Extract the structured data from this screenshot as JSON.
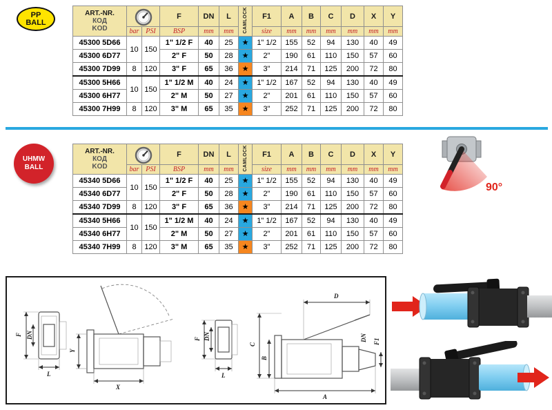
{
  "badges": {
    "pp": {
      "line1": "PP",
      "line2": "BALL"
    },
    "uhmw": {
      "line1": "UHMW",
      "line2": "BALL"
    }
  },
  "table_header": {
    "art_line1": "ART.-NR.",
    "art_line2": "КОД",
    "art_line3": "KOD",
    "units_bar": "bar",
    "units_psi": "PSI",
    "f": "F",
    "f_unit": "BSP",
    "dn": "DN",
    "l": "L",
    "mm": "mm",
    "camlock": "CAMLOCK",
    "f1": "F1",
    "f1_unit": "size",
    "a": "A",
    "b": "B",
    "c": "C",
    "d": "D",
    "x": "X",
    "y": "Y"
  },
  "camlock_colors": {
    "blue": "#29A8E0",
    "orange": "#F6861F"
  },
  "camlock_star": "★",
  "tables": [
    {
      "name": "pp-ball",
      "rows": [
        {
          "art": "45300 5D66",
          "bar": "10",
          "psi": "150",
          "span": 2,
          "f": "1\" 1/2 F",
          "dn": "40",
          "l": "25",
          "cam": "blue",
          "f1": "1\" 1/2",
          "a": "155",
          "b": "52",
          "c": "94",
          "d": "130",
          "x": "40",
          "y": "49"
        },
        {
          "art": "45300 6D77",
          "f": "2\" F",
          "dn": "50",
          "l": "28",
          "cam": "blue",
          "f1": "2\"",
          "a": "190",
          "b": "61",
          "c": "110",
          "d": "150",
          "x": "57",
          "y": "60"
        },
        {
          "art": "45300 7D99",
          "bar": "8",
          "psi": "120",
          "span": 1,
          "f": "3\" F",
          "dn": "65",
          "l": "36",
          "cam": "orange",
          "f1": "3\"",
          "a": "214",
          "b": "71",
          "c": "125",
          "d": "200",
          "x": "72",
          "y": "80",
          "group_end": true
        },
        {
          "art": "45300 5H66",
          "bar": "10",
          "psi": "150",
          "span": 2,
          "f": "1\" 1/2 M",
          "dn": "40",
          "l": "24",
          "cam": "blue",
          "f1": "1\" 1/2",
          "a": "167",
          "b": "52",
          "c": "94",
          "d": "130",
          "x": "40",
          "y": "49"
        },
        {
          "art": "45300 6H77",
          "f": "2\" M",
          "dn": "50",
          "l": "27",
          "cam": "blue",
          "f1": "2\"",
          "a": "201",
          "b": "61",
          "c": "110",
          "d": "150",
          "x": "57",
          "y": "60"
        },
        {
          "art": "45300 7H99",
          "bar": "8",
          "psi": "120",
          "span": 1,
          "f": "3\" M",
          "dn": "65",
          "l": "35",
          "cam": "orange",
          "f1": "3\"",
          "a": "252",
          "b": "71",
          "c": "125",
          "d": "200",
          "x": "72",
          "y": "80"
        }
      ]
    },
    {
      "name": "uhmw-ball",
      "rows": [
        {
          "art": "45340 5D66",
          "bar": "10",
          "psi": "150",
          "span": 2,
          "f": "1\" 1/2 F",
          "dn": "40",
          "l": "25",
          "cam": "blue",
          "f1": "1\" 1/2",
          "a": "155",
          "b": "52",
          "c": "94",
          "d": "130",
          "x": "40",
          "y": "49"
        },
        {
          "art": "45340 6D77",
          "f": "2\" F",
          "dn": "50",
          "l": "28",
          "cam": "blue",
          "f1": "2\"",
          "a": "190",
          "b": "61",
          "c": "110",
          "d": "150",
          "x": "57",
          "y": "60"
        },
        {
          "art": "45340 7D99",
          "bar": "8",
          "psi": "120",
          "span": 1,
          "f": "3\" F",
          "dn": "65",
          "l": "36",
          "cam": "orange",
          "f1": "3\"",
          "a": "214",
          "b": "71",
          "c": "125",
          "d": "200",
          "x": "72",
          "y": "80",
          "group_end": true
        },
        {
          "art": "45340 5H66",
          "bar": "10",
          "psi": "150",
          "span": 2,
          "f": "1\" 1/2 M",
          "dn": "40",
          "l": "24",
          "cam": "blue",
          "f1": "1\" 1/2",
          "a": "167",
          "b": "52",
          "c": "94",
          "d": "130",
          "x": "40",
          "y": "49"
        },
        {
          "art": "45340 6H77",
          "f": "2\" M",
          "dn": "50",
          "l": "27",
          "cam": "blue",
          "f1": "2\"",
          "a": "201",
          "b": "61",
          "c": "110",
          "d": "150",
          "x": "57",
          "y": "60"
        },
        {
          "art": "45340 7H99",
          "bar": "8",
          "psi": "120",
          "span": 1,
          "f": "3\" M",
          "dn": "65",
          "l": "35",
          "cam": "orange",
          "f1": "3\"",
          "a": "252",
          "b": "71",
          "c": "125",
          "d": "200",
          "x": "72",
          "y": "80"
        }
      ]
    }
  ],
  "rotation": {
    "label": "90°"
  },
  "drawing": {
    "f": "F",
    "dn": "DN",
    "l": "L",
    "x": "X",
    "y": "Y",
    "a": "A",
    "b": "B",
    "c": "C",
    "d": "D",
    "f1": "F1"
  }
}
